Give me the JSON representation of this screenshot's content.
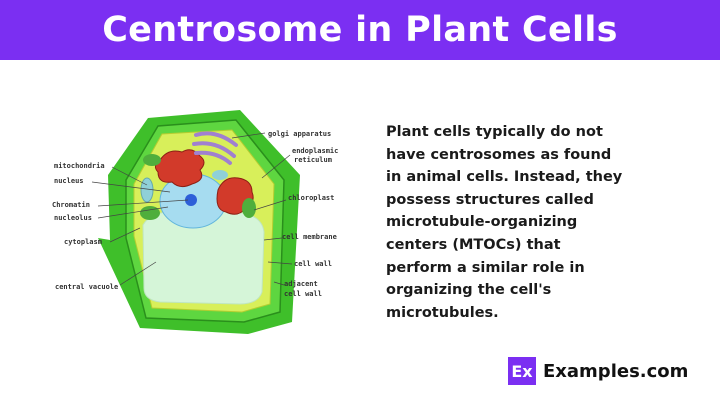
{
  "title": "Centrosome in Plant Cells",
  "diagram": {
    "labels": {
      "golgi": "golgi apparatus",
      "er1": "endoplasmic",
      "er2": "reticulum",
      "mitochondria": "mitochondria",
      "nucleus": "nucleus",
      "chromatin": "Chromatin",
      "nucleolus": "nucleolus",
      "cytoplasm": "cytoplasm",
      "vacuole": "central vacuole",
      "chloroplast": "chloroplast",
      "membrane": "cell membrane",
      "wall": "cell wall",
      "adj1": "adjacent",
      "adj2": "cell wall"
    }
  },
  "description": [
    "Plant cells typically do not",
    "have centrosomes as found",
    "in animal cells. Instead, they",
    "possess structures called",
    "microtubule-organizing",
    "centers (MTOCs) that",
    "perform a similar role in",
    "organizing the cell's",
    "microtubules."
  ],
  "logo": {
    "badge": "Ex",
    "name": "Examples.com"
  },
  "colors": {
    "brand": "#7b2ff2"
  }
}
